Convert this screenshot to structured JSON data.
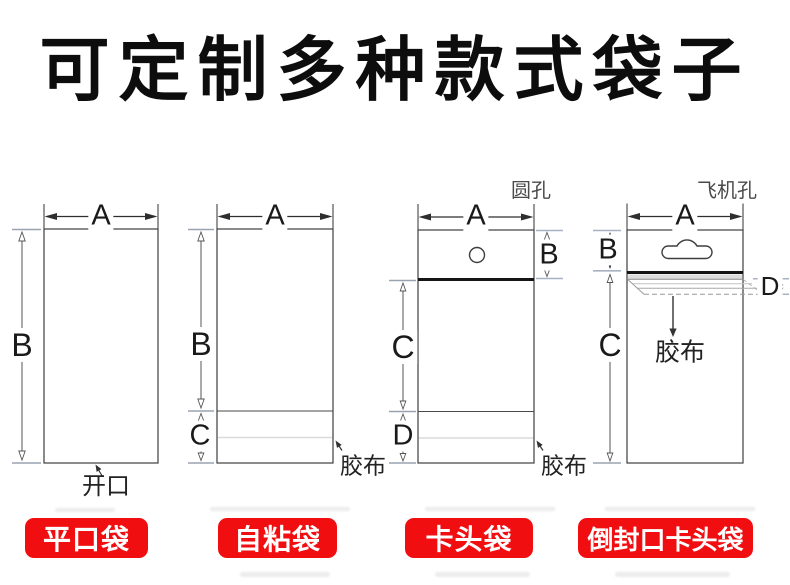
{
  "title": "可定制多种款式袋子",
  "colors": {
    "accent_red": "#f10e11",
    "outline": "#3e3e3e",
    "dimension_line": "#4a4a4a",
    "extension_line": "#9aa3b0",
    "adhesive_line": "#dadada",
    "text": "#1a1a1a"
  },
  "bags": [
    {
      "name": "平口袋",
      "button": "平口袋",
      "dims": {
        "width": "A",
        "height": "B"
      },
      "annotations": {
        "opening": "开口"
      }
    },
    {
      "name": "自粘袋",
      "button": "自粘袋",
      "dims": {
        "width": "A",
        "body": "B",
        "flap": "C"
      },
      "annotations": {
        "tape": "胶布"
      }
    },
    {
      "name": "卡头袋",
      "button": "卡头袋",
      "hole": "圆孔",
      "dims": {
        "width": "A",
        "header": "B",
        "body": "C",
        "flap": "D"
      },
      "annotations": {
        "tape": "胶布"
      }
    },
    {
      "name": "倒封口卡头袋",
      "button": "倒封口卡头袋",
      "hole": "飞机孔",
      "dims": {
        "width": "A",
        "header": "B",
        "body": "C",
        "flap": "D"
      },
      "annotations": {
        "tape": "胶布"
      }
    }
  ]
}
